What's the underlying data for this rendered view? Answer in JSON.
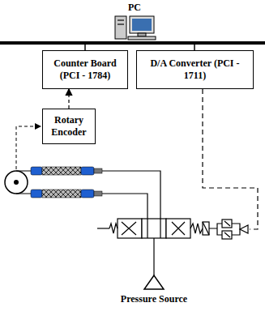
{
  "diagram": {
    "nodes": [
      {
        "text": [
          "Counter Board (PCI - 1784)"
        ]
      },
      {
        "text": [
          "D/A Converter (PCI - 1711)"
        ]
      },
      {
        "text": [
          "Rotary Encoder"
        ]
      }
    ],
    "edges": [
      {
        "from": 2,
        "to": 0,
        "arrow": "to"
      }
    ],
    "labels": [
      "PC",
      "Pressure Source"
    ]
  }
}
